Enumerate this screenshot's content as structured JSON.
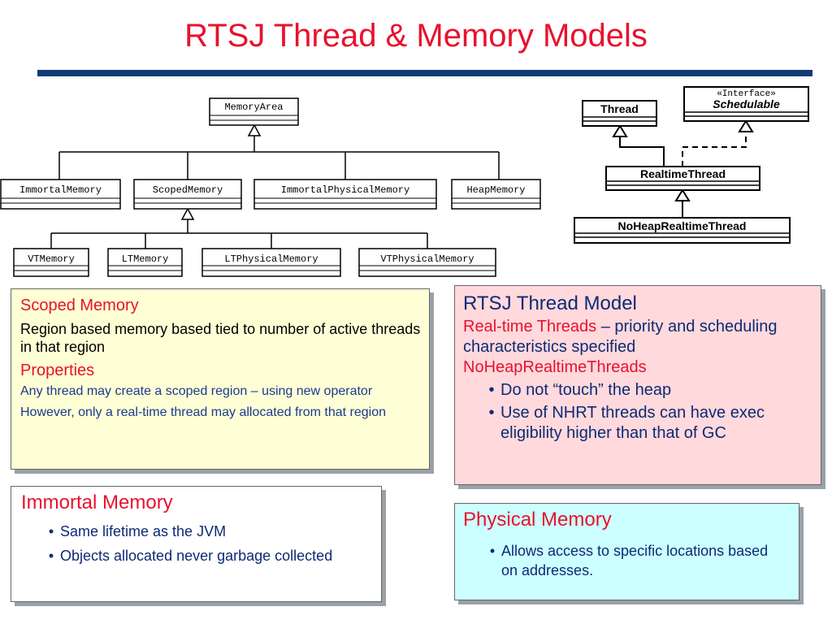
{
  "slide": {
    "title": "RTSJ Thread & Memory Models"
  },
  "memory_diagram": {
    "root": "MemoryArea",
    "children": [
      "ImmortalMemory",
      "ScopedMemory",
      "ImmortalPhysicalMemory",
      "HeapMemory"
    ],
    "scoped_children": [
      "VTMemory",
      "LTMemory",
      "LTPhysicalMemory",
      "VTPhysicalMemory"
    ]
  },
  "thread_diagram": {
    "thread": "Thread",
    "interface_stereotype": "«Interface»",
    "schedulable": "Schedulable",
    "realtime": "RealtimeThread",
    "noheap": "NoHeapRealtimeThread"
  },
  "scoped_box": {
    "heading": "Scoped Memory",
    "desc": "Region based memory based tied to number of active threads in that region",
    "properties_heading": "Properties",
    "items": [
      "Any thread may create a scoped region – using new operator",
      "However, only a real-time thread may allocated from that region"
    ]
  },
  "thread_box": {
    "heading": "RTSJ Thread Model",
    "rt_label": "Real-time Threads",
    "rt_desc": "– priority and scheduling characteristics specified",
    "nhrt_label": "NoHeapRealtimeThreads",
    "bullets": [
      "Do not “touch” the heap",
      "Use of NHRT threads can have exec eligibility higher than that of GC"
    ]
  },
  "immortal_box": {
    "heading": "Immortal Memory",
    "bullets": [
      "Same lifetime as the JVM",
      "Objects allocated never garbage collected"
    ]
  },
  "physical_box": {
    "heading": "Physical Memory",
    "bullets": [
      "Allows access to specific locations based on addresses."
    ]
  },
  "colors": {
    "title": "#e8112d",
    "rule": "#123a73",
    "scoped_bg": "#ffffd6",
    "thread_bg": "#ffd9dc",
    "immortal_bg": "#ffffff",
    "physical_bg": "#ccffff"
  }
}
